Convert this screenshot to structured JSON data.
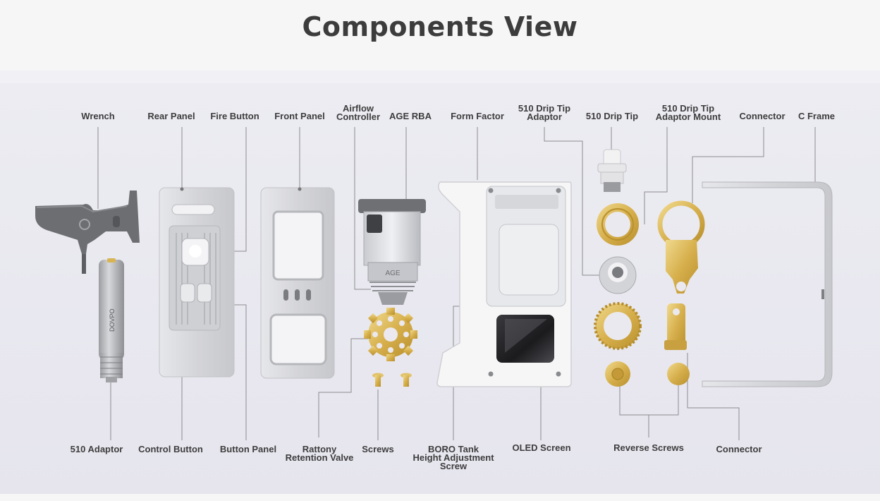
{
  "title": "Components View",
  "labels": {
    "wrench": "Wrench",
    "rear_panel": "Rear Panel",
    "fire_button": "Fire Button",
    "front_panel": "Front Panel",
    "airflow_controller": [
      "Airflow",
      "Controller"
    ],
    "age_rba": "AGE RBA",
    "form_factor": "Form Factor",
    "drip_tip_adaptor": [
      "510 Drip Tip",
      "Adaptor"
    ],
    "drip_tip": "510 Drip Tip",
    "drip_tip_adaptor_mount": [
      "510 Drip Tip",
      "Adaptor Mount"
    ],
    "connector_top": "Connector",
    "c_frame": "C Frame",
    "adaptor_510": "510 Adaptor",
    "control_button": "Control Button",
    "button_panel": "Button Panel",
    "rattony_valve": [
      "Rattony",
      "Retention Valve"
    ],
    "screws": "Screws",
    "boro_screw": [
      "BORO Tank",
      "Height Adjustment",
      "Screw"
    ],
    "oled_screen": "OLED Screen",
    "reverse_screws": "Reverse Screws",
    "connector_bottom": "Connector"
  },
  "product_marks": {
    "tank_logo": "AGE",
    "tube_brand": "DOVPO"
  },
  "colors": {
    "backdrop": "#e9e8f0",
    "aluminum": "#d9dadd",
    "gold": "#d8b552",
    "dark_metal": "#6b6c70",
    "white_shell": "#f4f4f4"
  }
}
